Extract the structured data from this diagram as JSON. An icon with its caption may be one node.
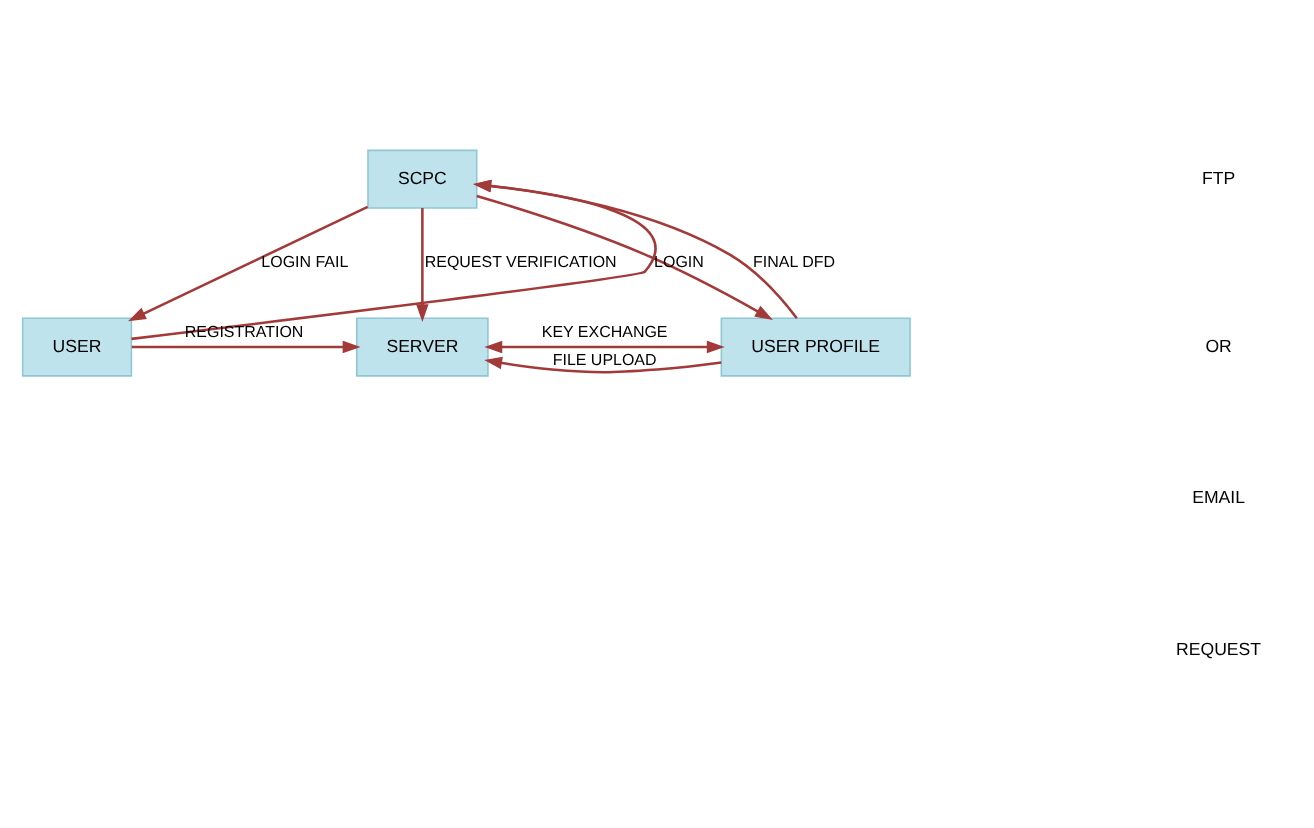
{
  "diagram": {
    "nodes": [
      {
        "text": [
          "SCPC"
        ]
      },
      {
        "text": [
          "USER"
        ]
      },
      {
        "text": [
          "SERVER"
        ]
      },
      {
        "text": [
          "USER PROFILE"
        ]
      }
    ],
    "edges": [
      {
        "from": 3,
        "to": 0,
        "arrow": "to",
        "label": "FINAL DFD"
      },
      {
        "from": 1,
        "to": 0,
        "arrow": "to",
        "label": "LOGIN"
      },
      {
        "from": 0,
        "to": 1,
        "arrow": "to",
        "label": "LOGIN FAIL"
      },
      {
        "from": 0,
        "to": 2,
        "arrow": "to",
        "label": "REQUEST VERIFICATION"
      },
      {
        "from": 1,
        "to": 2,
        "arrow": "to",
        "label": "REGISTRATION"
      },
      {
        "from": 0,
        "to": 3,
        "arrow": "to"
      },
      {
        "from": 3,
        "to": 2,
        "arrow": "both",
        "label": "KEY EXCHANGE"
      },
      {
        "from": 3,
        "to": 2,
        "arrow": "to",
        "label": "FILE UPLOAD"
      }
    ],
    "labels": [
      "FTP",
      "OR",
      "EMAIL",
      "REQUEST"
    ]
  }
}
